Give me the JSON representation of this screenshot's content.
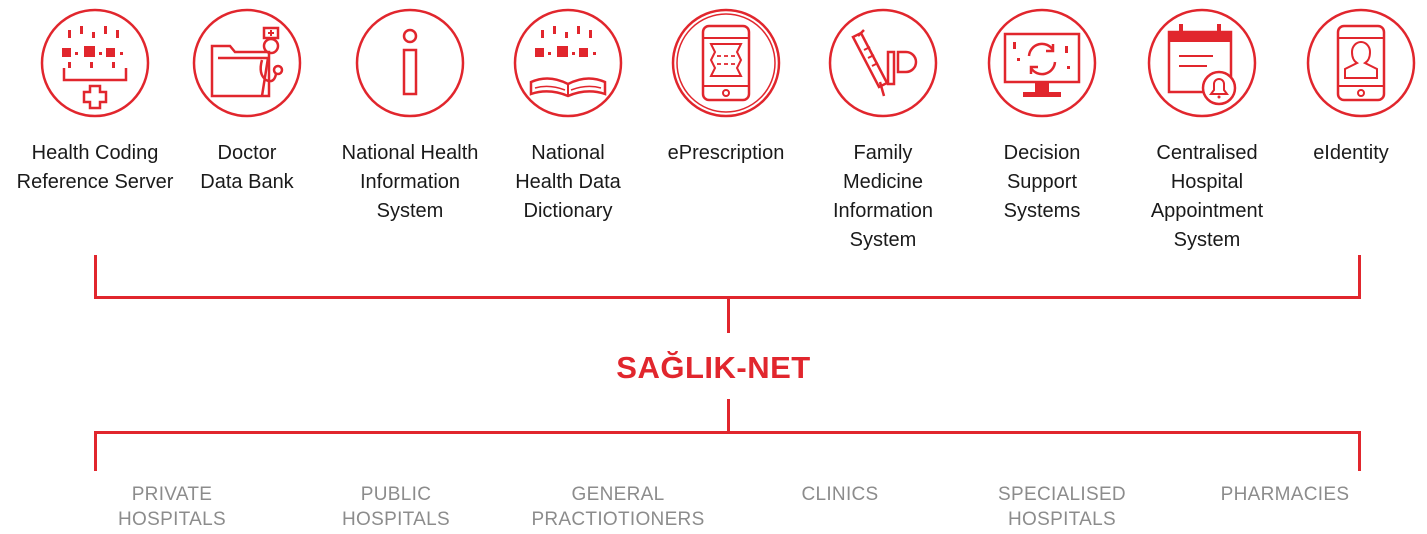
{
  "colors": {
    "accent": "#e1262d",
    "label_text": "#1a1a1a",
    "provider_text": "#8c8c8c"
  },
  "services": [
    {
      "label": "Health Coding\nReference Server",
      "icon": "coding-server-icon"
    },
    {
      "label": "Doctor\nData Bank",
      "icon": "doctor-folder-icon"
    },
    {
      "label": "National Health\nInformation\nSystem",
      "icon": "info-icon"
    },
    {
      "label": "National\nHealth Data\nDictionary",
      "icon": "dictionary-book-icon"
    },
    {
      "label": "ePrescription",
      "icon": "prescription-phone-icon"
    },
    {
      "label": "Family\nMedicine\nInformation\nSystem",
      "icon": "syringe-pill-icon"
    },
    {
      "label": "Decision\nSupport\nSystems",
      "icon": "monitor-refresh-icon"
    },
    {
      "label": "Centralised\nHospital\nAppointment\nSystem",
      "icon": "calendar-bell-icon"
    },
    {
      "label": "eIdentity",
      "icon": "phone-user-icon"
    }
  ],
  "hub": {
    "label": "SAĞLIK-NET"
  },
  "providers": [
    {
      "label": "PRIVATE\nHOSPITALS"
    },
    {
      "label": "PUBLIC\nHOSPITALS"
    },
    {
      "label": "GENERAL\nPRACTIOTIONERS"
    },
    {
      "label": "CLINICS"
    },
    {
      "label": "SPECIALISED\nHOSPITALS"
    },
    {
      "label": "PHARMACIES"
    }
  ]
}
